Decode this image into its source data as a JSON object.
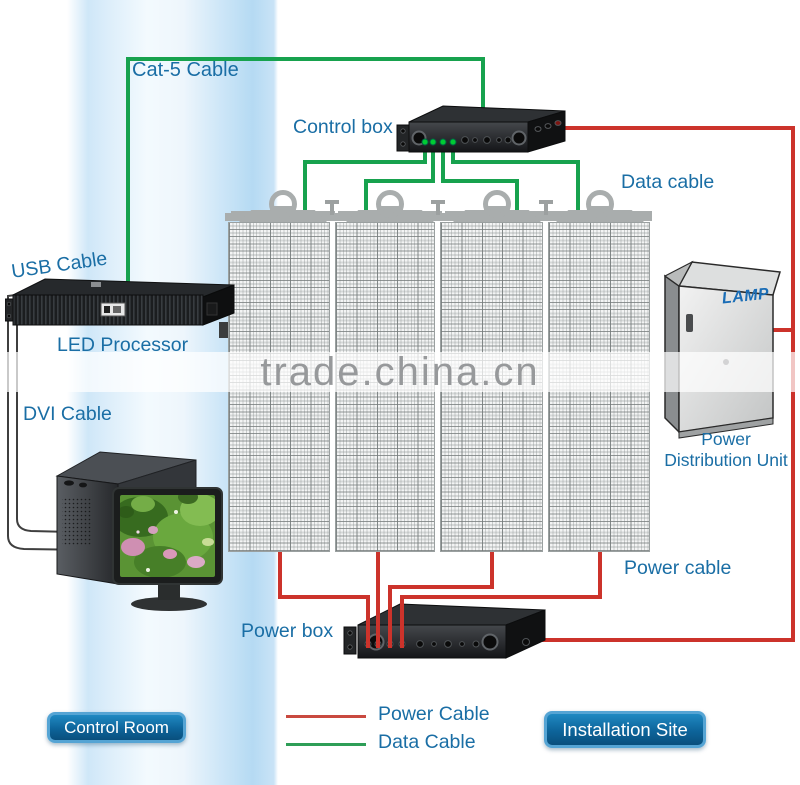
{
  "labels": {
    "cat5_cable": "Cat-5 Cable",
    "control_box": "Control box",
    "data_cable": "Data cable",
    "usb_cable": "USB Cable",
    "led_processor": "LED Processor",
    "dvi_cable": "DVI Cable",
    "lamp": "LAMP",
    "pdu_line1": "Power",
    "pdu_line2": "Distribution Unit",
    "power_cable": "Power cable",
    "power_box": "Power box"
  },
  "watermark": "trade.china.cn",
  "buttons": {
    "control_room": "Control Room",
    "installation_site": "Installation Site"
  },
  "legend": {
    "power": {
      "label": "Power Cable",
      "color": "#cc332b"
    },
    "data": {
      "label": "Data Cable",
      "color": "#17a24e"
    }
  },
  "colors": {
    "power_cable": "#cc332b",
    "data_cable": "#17a24e",
    "label_text": "#1a6ea5"
  }
}
